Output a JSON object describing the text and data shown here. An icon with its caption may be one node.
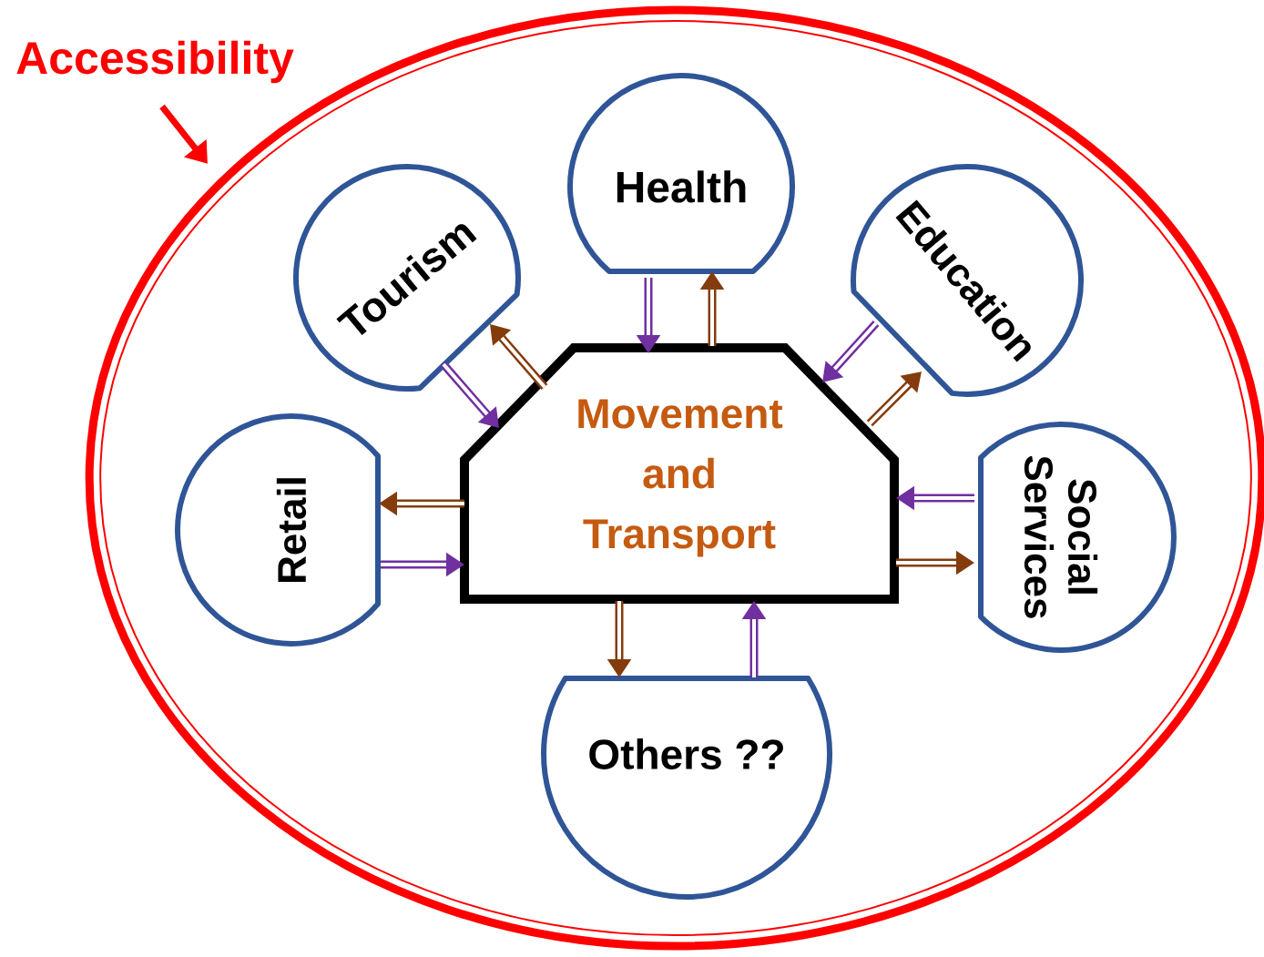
{
  "diagram": {
    "nodes": [
      {
        "text": [
          "Accessibility"
        ]
      },
      {
        "text": [],
        "shape": "ellipse"
      },
      {
        "text": [
          "Health"
        ],
        "in": 1
      },
      {
        "text": [
          "Tourism"
        ],
        "in": 1
      },
      {
        "text": [
          "Education"
        ],
        "in": 1
      },
      {
        "text": [
          "Retail"
        ],
        "in": 1
      },
      {
        "text": [
          "Movement and Transport"
        ],
        "in": 1
      },
      {
        "text": [
          "Social Services"
        ],
        "in": 1
      },
      {
        "text": [
          "Others ??"
        ],
        "in": 1
      }
    ],
    "edges": [
      {
        "from": 0,
        "to": 1,
        "arrow": "to",
        "color": "#ff0000"
      },
      {
        "from": 2,
        "to": 6,
        "arrow": "to",
        "color": "#7030a0"
      },
      {
        "from": 6,
        "to": 2,
        "arrow": "to",
        "color": "#843c0c"
      },
      {
        "from": 3,
        "to": 6,
        "arrow": "to",
        "color": "#7030a0"
      },
      {
        "from": 6,
        "to": 3,
        "arrow": "to",
        "color": "#843c0c"
      },
      {
        "from": 4,
        "to": 6,
        "arrow": "to",
        "color": "#7030a0"
      },
      {
        "from": 6,
        "to": 4,
        "arrow": "to",
        "color": "#843c0c"
      },
      {
        "from": 6,
        "to": 5,
        "arrow": "to",
        "color": "#843c0c"
      },
      {
        "from": 5,
        "to": 6,
        "arrow": "to",
        "color": "#7030a0"
      },
      {
        "from": 7,
        "to": 6,
        "arrow": "to",
        "color": "#7030a0"
      },
      {
        "from": 6,
        "to": 7,
        "arrow": "to",
        "color": "#843c0c"
      },
      {
        "from": 6,
        "to": 8,
        "arrow": "to",
        "color": "#843c0c"
      },
      {
        "from": 8,
        "to": 6,
        "arrow": "to",
        "color": "#7030a0"
      }
    ]
  }
}
